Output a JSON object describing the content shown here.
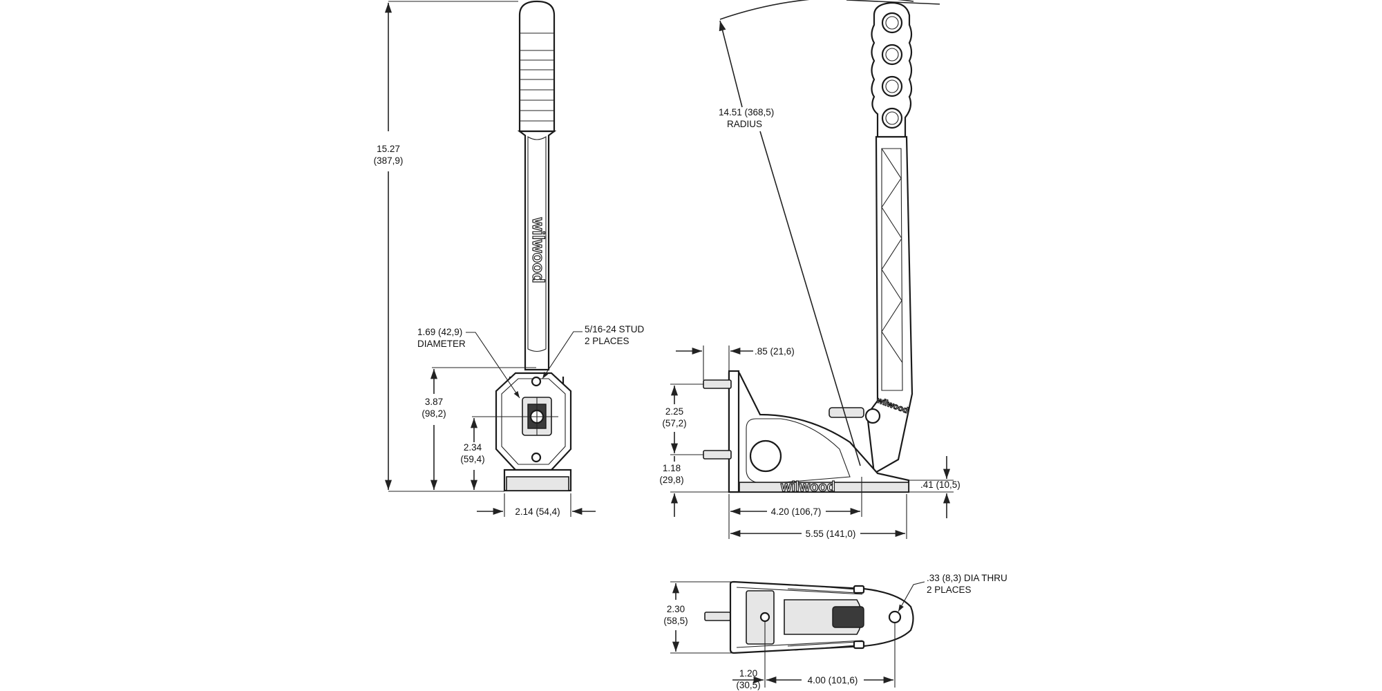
{
  "front_view": {
    "overall_height": {
      "line1": "15.27",
      "line2": "(387,9)"
    },
    "base_height": {
      "line1": "3.87",
      "line2": "(98,2)"
    },
    "pivot_height": {
      "line1": "2.34",
      "line2": "(59,4)"
    },
    "diameter": {
      "line1": "1.69 (42,9)",
      "line2": "DIAMETER"
    },
    "stud": {
      "line1": "5/16-24 STUD",
      "line2": "2 PLACES"
    },
    "base_width": "2.14 (54,4)",
    "logo": "wilwood"
  },
  "side_view": {
    "radius": {
      "line1": "14.51 (368,5)",
      "line2": "RADIUS"
    },
    "stud_offset": ".85 (21,6)",
    "stud_spacing": {
      "line1": "2.25",
      "line2": "(57,2)"
    },
    "stud_height": {
      "line1": "1.18",
      "line2": "(29,8)"
    },
    "foot_height": ".41 (10,5)",
    "pivot_distance": "4.20 (106,7)",
    "overall_length": "5.55 (141,0)",
    "logo_base": "wilwood",
    "logo_lever": "wilwood"
  },
  "top_view": {
    "width": {
      "line1": "2.30",
      "line2": "(58,5)"
    },
    "hole": {
      "line1": ".33 (8,3) DIA THRU",
      "line2": "2 PLACES"
    },
    "hole_offset": {
      "line1": "1.20",
      "line2": "(30,5)"
    },
    "hole_spacing": "4.00 (101,6)"
  }
}
